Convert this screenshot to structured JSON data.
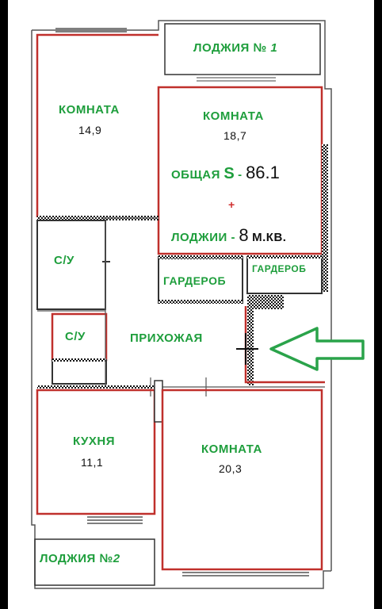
{
  "rooms": {
    "room1": {
      "label": "КОМНАТА",
      "area": "14,9"
    },
    "room2": {
      "label": "КОМНАТА",
      "area": "18,7"
    },
    "room3": {
      "label": "КОМНАТА",
      "area": "20,3"
    },
    "kitchen": {
      "label": "КУХНЯ",
      "area": "11,1"
    },
    "bath1": {
      "label": "С/У"
    },
    "bath2": {
      "label": "С/У"
    },
    "hall": {
      "label": "ПРИХОЖАЯ"
    },
    "wardrobe1": {
      "label": "ГАРДЕРОБ"
    },
    "wardrobe2": {
      "label": "ГАРДЕРОБ"
    },
    "loggia1": {
      "label": "ЛОДЖИЯ №",
      "number": "1"
    },
    "loggia2": {
      "label": "ЛОДЖИЯ №",
      "number": "2"
    }
  },
  "summary": {
    "total_prefix": "ОБЩАЯ",
    "total_symbol": "S",
    "total_dash": "-",
    "total_value": "86.1",
    "plus": "+",
    "loggia_prefix": "ЛОДЖИИ -",
    "loggia_value": "8",
    "loggia_unit": "М.КВ."
  },
  "colors": {
    "label_green": "#1e9e3c",
    "outline_red": "#c0302c",
    "arrow_green": "#2aa34a",
    "wall": "#111111"
  }
}
